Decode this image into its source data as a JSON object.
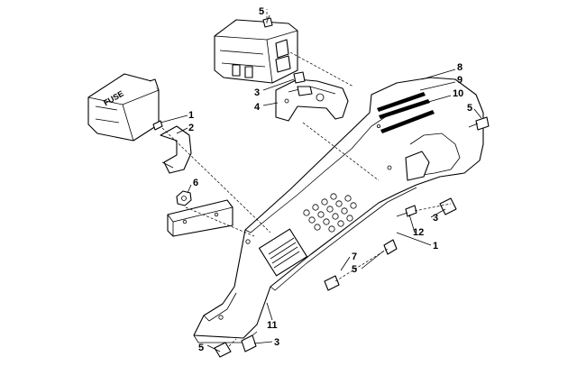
{
  "module_label": "FUSE",
  "callouts": [
    {
      "id": "c5a",
      "label": "5"
    },
    {
      "id": "c8",
      "label": "8"
    },
    {
      "id": "c9",
      "label": "9"
    },
    {
      "id": "c10",
      "label": "10"
    },
    {
      "id": "c5b",
      "label": "5"
    },
    {
      "id": "c3a",
      "label": "3"
    },
    {
      "id": "c4",
      "label": "4"
    },
    {
      "id": "c1a",
      "label": "1"
    },
    {
      "id": "c2",
      "label": "2"
    },
    {
      "id": "c6",
      "label": "6"
    },
    {
      "id": "c3b",
      "label": "3"
    },
    {
      "id": "c12",
      "label": "12"
    },
    {
      "id": "c1b",
      "label": "1"
    },
    {
      "id": "c7",
      "label": "7"
    },
    {
      "id": "c5c",
      "label": "5"
    },
    {
      "id": "c11",
      "label": "11"
    },
    {
      "id": "c5d",
      "label": "5"
    },
    {
      "id": "c3c",
      "label": "3"
    }
  ]
}
